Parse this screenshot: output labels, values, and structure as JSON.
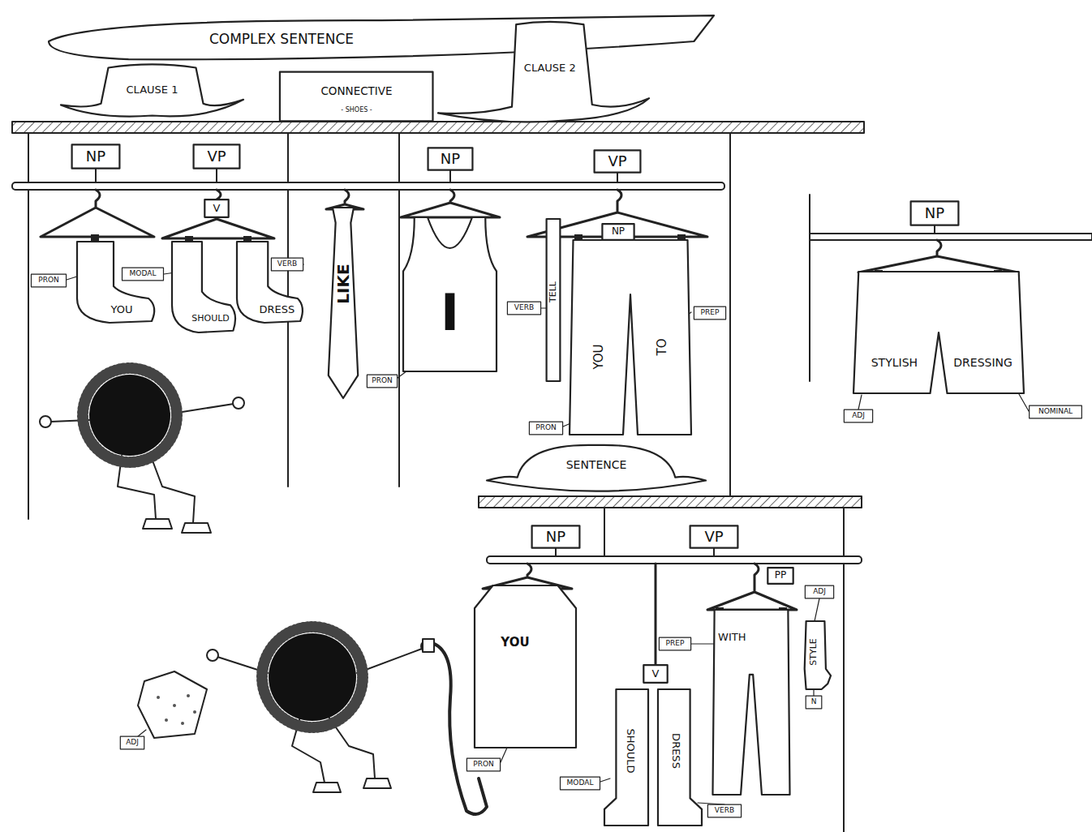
{
  "diagram": {
    "nodes": [
      {
        "text": [
          "COMPLEX SENTENCE"
        ]
      },
      {
        "text": [
          "CLAUSE 1"
        ]
      },
      {
        "text": [
          "CONNECTIVE",
          "- SHOES -"
        ]
      },
      {
        "text": [
          "CLAUSE 2"
        ]
      },
      {
        "text": [
          "NP"
        ]
      },
      {
        "text": [
          "YOU"
        ]
      },
      {
        "text": [
          "PRON"
        ]
      },
      {
        "text": [
          "VP"
        ]
      },
      {
        "text": [
          "V"
        ]
      },
      {
        "text": [
          "SHOULD"
        ]
      },
      {
        "text": [
          "MODAL"
        ]
      },
      {
        "text": [
          "DRESS"
        ]
      },
      {
        "text": [
          "VERB"
        ]
      },
      {
        "text": [
          "LIKE"
        ]
      },
      {
        "text": [
          "NP"
        ]
      },
      {
        "text": [
          "I"
        ]
      },
      {
        "text": [
          "PRON"
        ]
      },
      {
        "text": [
          "VP"
        ]
      },
      {
        "text": [
          "NP"
        ]
      },
      {
        "text": [
          "TELL"
        ]
      },
      {
        "text": [
          "VERB"
        ]
      },
      {
        "text": [
          "YOU",
          "TO"
        ]
      },
      {
        "text": [
          "PRON"
        ]
      },
      {
        "text": [
          "PREP"
        ]
      },
      {
        "text": [
          "SENTENCE"
        ]
      },
      {
        "text": [
          "NP"
        ]
      },
      {
        "text": [
          "STYLISH",
          "DRESSING"
        ]
      },
      {
        "text": [
          "ADJ"
        ]
      },
      {
        "text": [
          "NOMINAL"
        ]
      },
      {
        "text": [
          "NP"
        ]
      },
      {
        "text": [
          "VP"
        ]
      },
      {
        "text": [
          "YOU"
        ]
      },
      {
        "text": [
          "PRON"
        ]
      },
      {
        "text": [
          "PP"
        ]
      },
      {
        "text": [
          "ADJ"
        ]
      },
      {
        "text": [
          "WITH"
        ]
      },
      {
        "text": [
          "PREP"
        ]
      },
      {
        "text": [
          "STYLE"
        ]
      },
      {
        "text": [
          "N"
        ]
      },
      {
        "text": [
          "V"
        ]
      },
      {
        "text": [
          "SHOULD",
          "DRESS"
        ]
      },
      {
        "text": [
          "MODAL"
        ]
      },
      {
        "text": [
          "VERB"
        ]
      },
      {
        "text": [
          "ADJ"
        ]
      }
    ]
  }
}
